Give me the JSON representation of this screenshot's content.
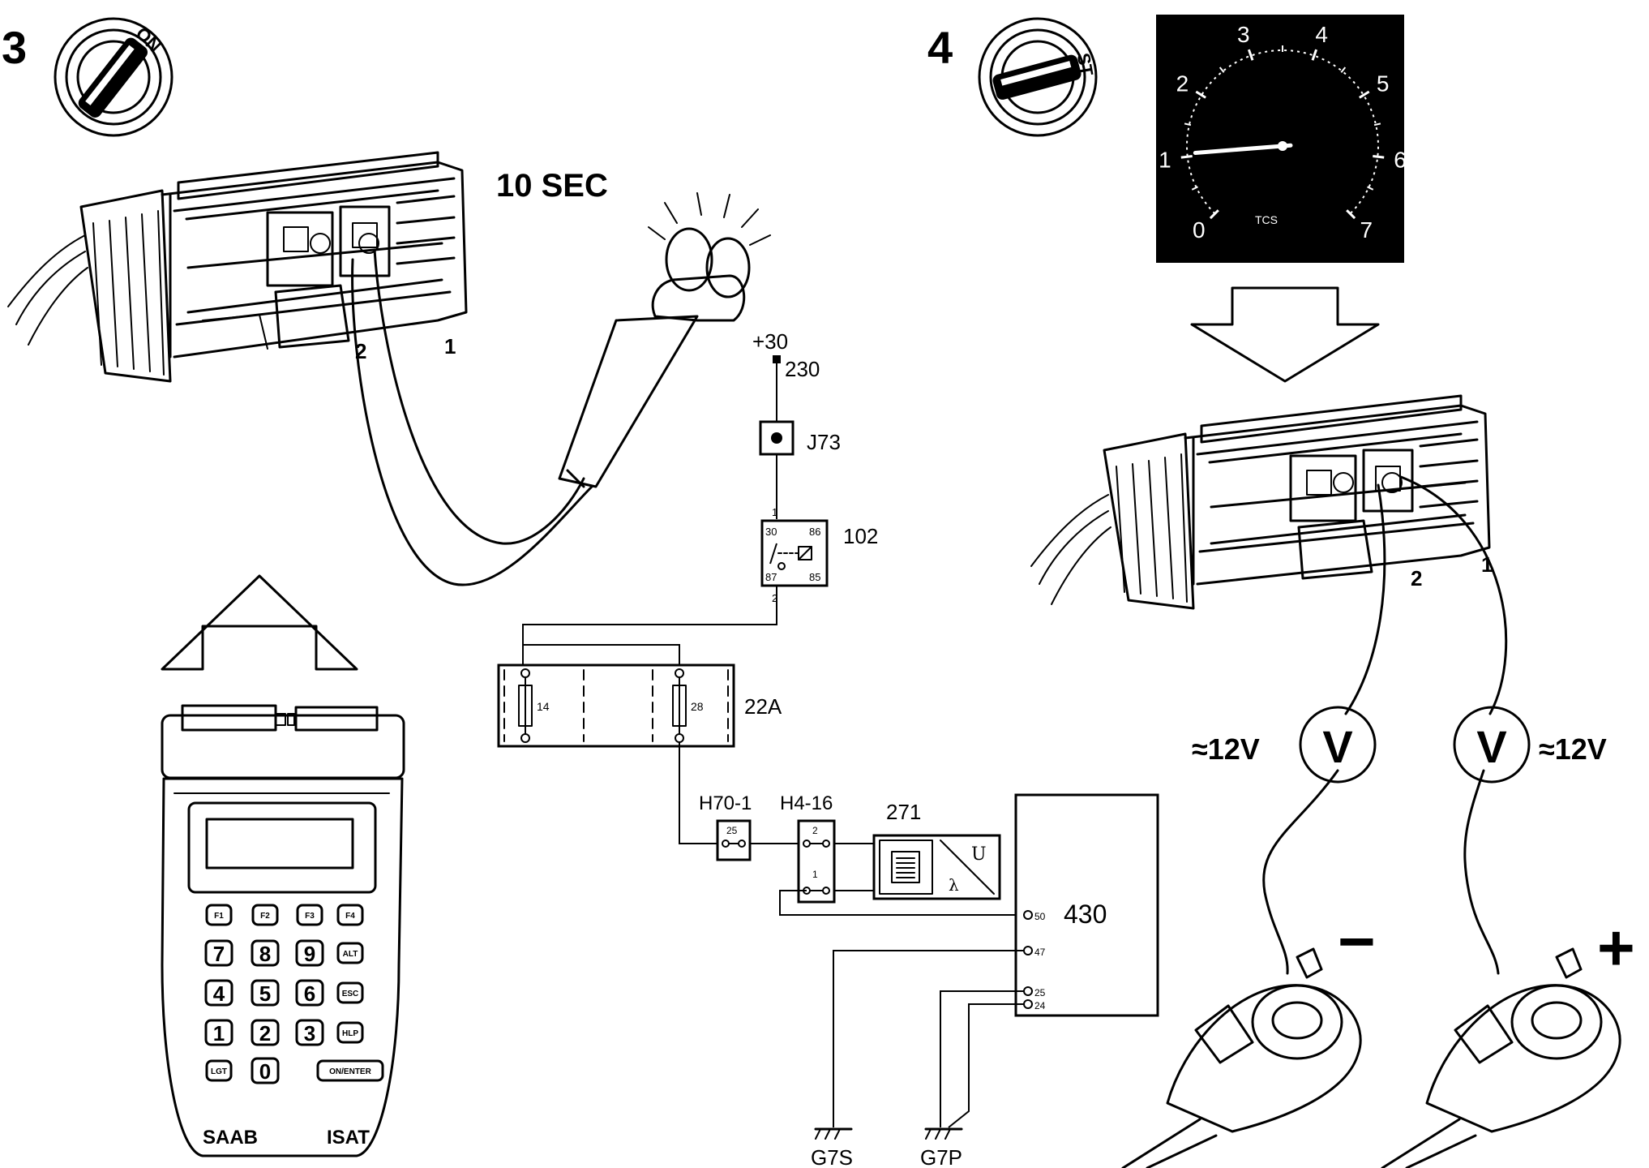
{
  "steps": {
    "step3": "3",
    "step4": "4"
  },
  "ignition": {
    "on_label": "ON",
    "start_label": "ST"
  },
  "timer": {
    "label": "10 SEC"
  },
  "connector": {
    "pin1": "1",
    "pin2": "2"
  },
  "tachometer": {
    "ticks": [
      "0",
      "1",
      "2",
      "3",
      "4",
      "5",
      "6",
      "7"
    ],
    "brand": "TCS",
    "needle_value": 1
  },
  "tester": {
    "brand": "SAAB",
    "model": "ISAT",
    "keys_row1": [
      "F1",
      "F2",
      "F3",
      "F4"
    ],
    "keys_row2": [
      "7",
      "8",
      "9",
      "ALT"
    ],
    "keys_row3": [
      "4",
      "5",
      "6",
      "ESC"
    ],
    "keys_row4": [
      "1",
      "2",
      "3",
      "HLP"
    ],
    "keys_row5": [
      "LGT",
      "0",
      "ON/ENTER"
    ]
  },
  "schematic": {
    "supply": "+30",
    "node230": "230",
    "j73": "J73",
    "relay": {
      "id": "102",
      "p30": "30",
      "p86": "86",
      "p87": "87",
      "p85": "85",
      "pin1": "1",
      "pin2": "2"
    },
    "fusebox": {
      "id": "22A",
      "fuse_a": "14",
      "fuse_b": "28"
    },
    "h70": {
      "id": "H70-1",
      "pin": "25"
    },
    "h4": {
      "id": "H4-16",
      "pin_top": "2",
      "pin_bottom": "1"
    },
    "sensor": {
      "id": "271",
      "u": "U",
      "lambda": "λ"
    },
    "ecu": {
      "id": "430",
      "pins": [
        "50",
        "47",
        "25",
        "24"
      ]
    },
    "grounds": {
      "g7s": "G7S",
      "g7p": "G7P"
    }
  },
  "meters": {
    "left": "≈12V",
    "right": "≈12V",
    "symbol": "V"
  },
  "battery": {
    "minus": "−",
    "plus": "+"
  }
}
